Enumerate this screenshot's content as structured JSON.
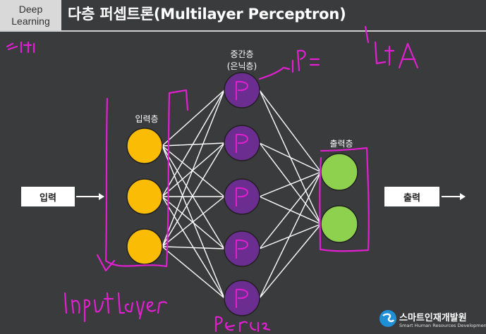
{
  "header": {
    "tag_line1": "Deep",
    "tag_line2": "Learning",
    "title": "다층 퍼셉트론(Multilayer Perceptron)"
  },
  "layers": {
    "input_label": "입력층",
    "hidden_label": "중간층",
    "hidden_sublabel": "(은닉층)",
    "output_label": "출력층"
  },
  "io": {
    "input_box": "입력",
    "output_box": "출력"
  },
  "logo": {
    "name": "스마트인재개발원",
    "subtitle": "Smart Human Resources Development"
  },
  "colors": {
    "background": "#3a3b3d",
    "input_node": "#fbbc05",
    "hidden_node": "#6b2d8f",
    "output_node": "#8ed14f",
    "annotation": "#e020d0"
  }
}
